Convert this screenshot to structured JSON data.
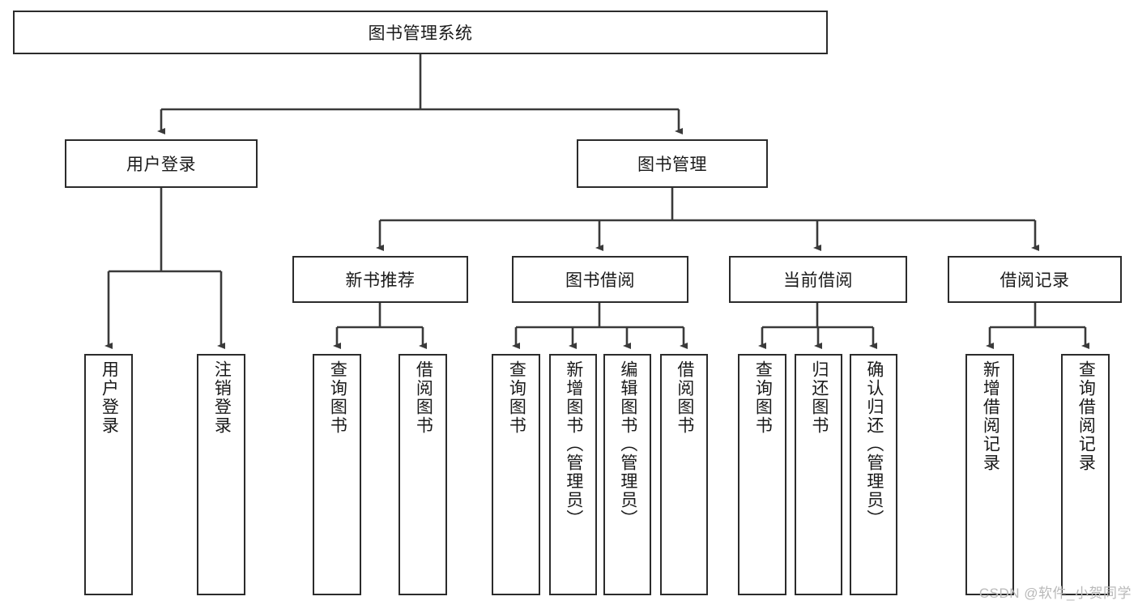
{
  "diagram": {
    "type": "hierarchy-tree",
    "title": "图书管理系统",
    "watermark": "CSDN @软件_小贺同学",
    "colors": {
      "box_border": "#2b2b2b",
      "box_fill": "#ffffff",
      "edge": "#3a3a3a",
      "text": "#1a1a1a",
      "watermark": "#b9b9b9"
    },
    "levels": {
      "root": {
        "label": "图书管理系统"
      },
      "level2": [
        {
          "label": "用户登录"
        },
        {
          "label": "图书管理"
        }
      ],
      "level3": [
        {
          "label": "新书推荐"
        },
        {
          "label": "图书借阅"
        },
        {
          "label": "当前借阅"
        },
        {
          "label": "借阅记录"
        }
      ],
      "leaves": {
        "user_login": [
          {
            "label": "用户登录"
          },
          {
            "label": "注销登录"
          }
        ],
        "new_book": [
          {
            "label": "查询图书"
          },
          {
            "label": "借阅图书"
          }
        ],
        "book_borrow": [
          {
            "label": "查询图书"
          },
          {
            "label": "新增图书（管理员）"
          },
          {
            "label": "编辑图书（管理员）"
          },
          {
            "label": "借阅图书"
          }
        ],
        "current_borrow": [
          {
            "label": "查询图书"
          },
          {
            "label": "归还图书"
          },
          {
            "label": "确认归还（管理员）"
          }
        ],
        "borrow_record": [
          {
            "label": "新增借阅记录"
          },
          {
            "label": "查询借阅记录"
          }
        ]
      }
    }
  }
}
